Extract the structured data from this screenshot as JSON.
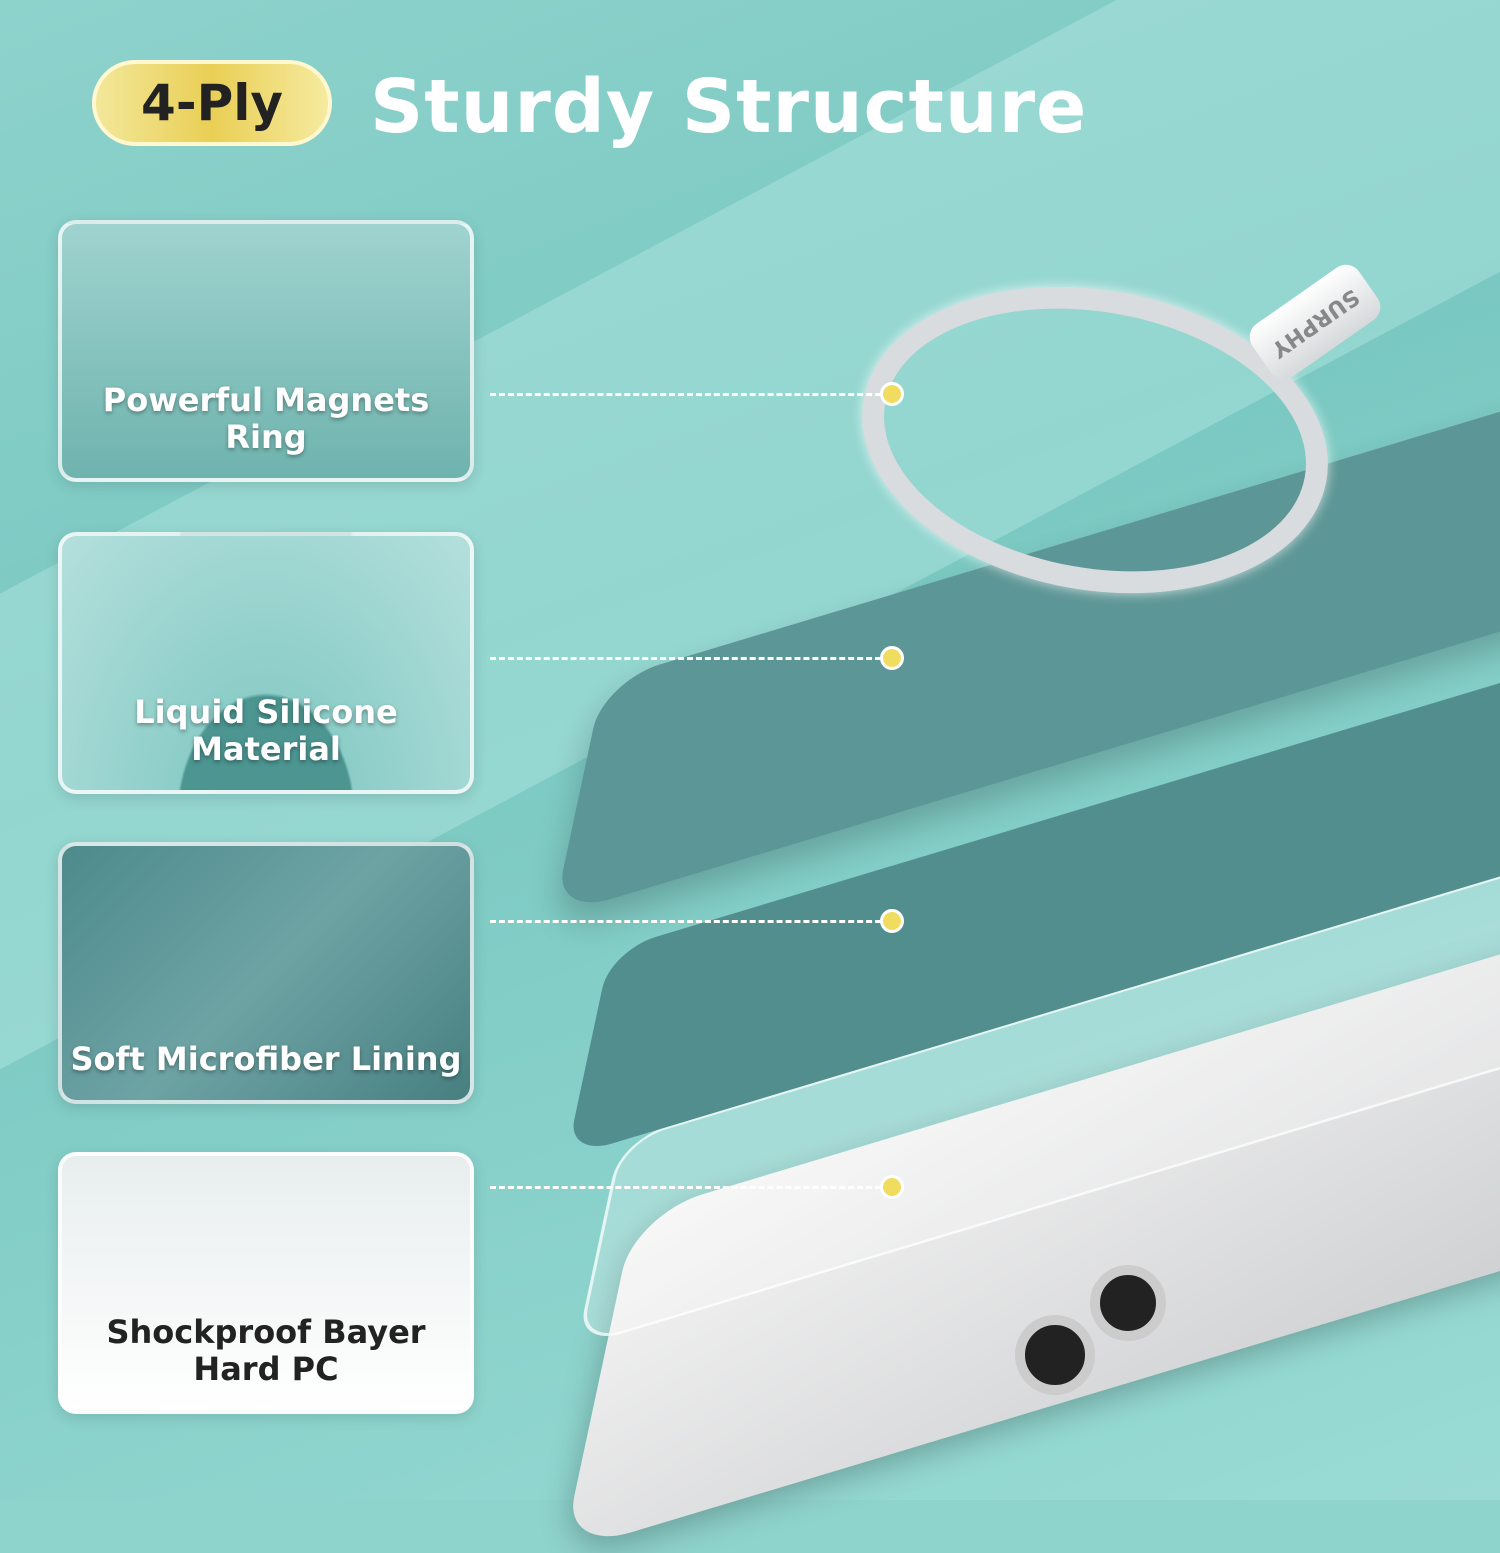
{
  "header": {
    "badge": "4-Ply",
    "title": "Sturdy Structure"
  },
  "layers": [
    {
      "label": "Powerful Magnets Ring"
    },
    {
      "label": "Liquid Silicone Material"
    },
    {
      "label": "Soft Microfiber Lining"
    },
    {
      "label": "Shockproof Bayer Hard PC"
    }
  ],
  "brand": "SURPHY",
  "colors": {
    "background": "#8fd3cd",
    "accent": "#f0dd60",
    "case": "#5d9696"
  }
}
